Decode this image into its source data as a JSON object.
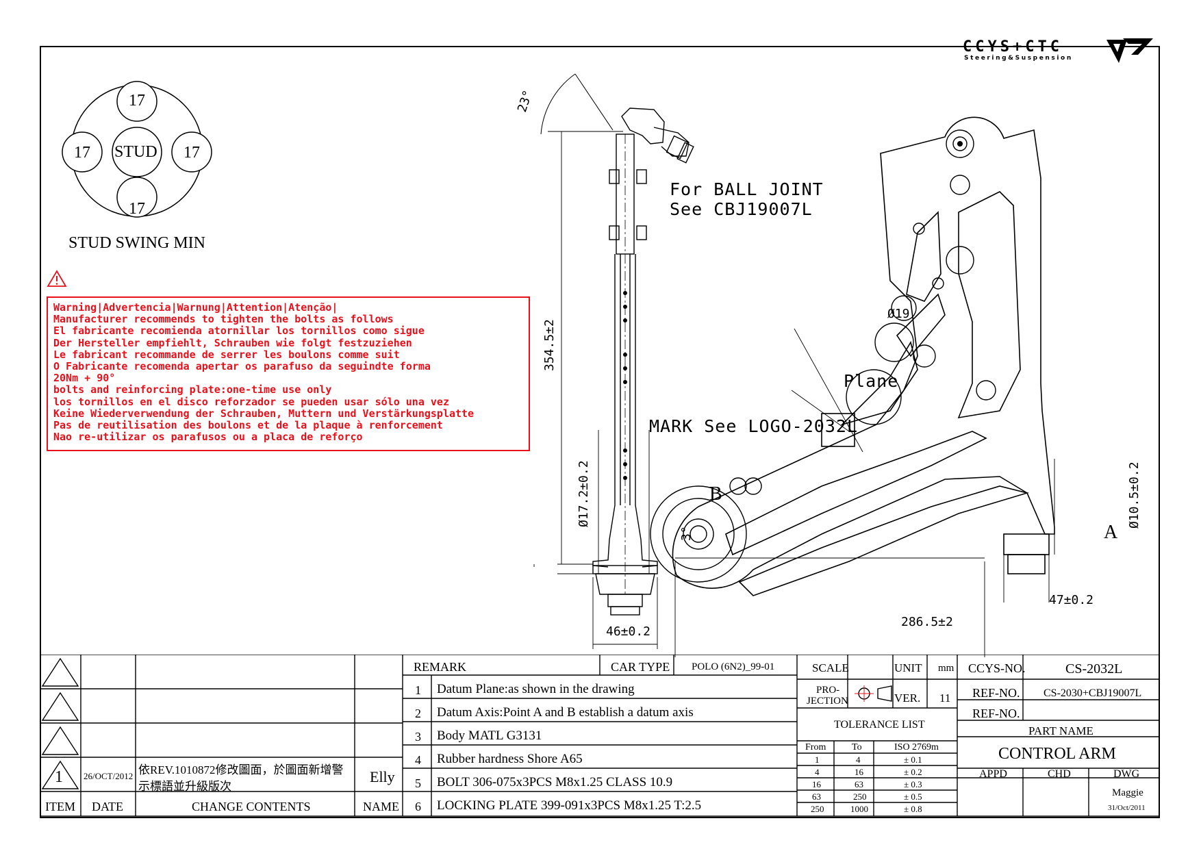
{
  "brand": {
    "logo_text": "CCYS+CTC",
    "tagline": "Steering&Suspension"
  },
  "stud_swing": {
    "top": "17",
    "left": "17",
    "right": "17",
    "bottom": "17",
    "center": "STUD",
    "caption": "STUD SWING MIN"
  },
  "warning": {
    "lines": [
      "Warning|Advertencia|Warnung|Attention|Atenção|",
      "Manufacturer recommends to tighten the bolts as follows",
      "El fabricante recomienda atornillar los tornillos como sigue",
      "Der Hersteller empfiehlt, Schrauben wie folgt festzuziehen",
      "Le fabricant recommande de serrer les boulons comme suit",
      "O Fabricante recomenda apertar os parafuso da seguindte forma",
      "20Nm + 90°",
      "bolts and reinforcing plate:one-time use only",
      "los tornillos en el disco reforzador se pueden usar sólo una vez",
      "Keine Wiederverwendung der Schrauben, Muttern und Verstärkungsplatte",
      "Pas de reutilisation des boulons et de la plaque à renforcement",
      "Nao re-utilizar os parafusos ou a placa de reforço"
    ]
  },
  "dimensions": {
    "angle_top": "23°",
    "angle_b": "3°",
    "length": "354.5±2",
    "diameter_bush": "Ø17.2±0.2",
    "width_bush": "46±0.2",
    "diameter_hole": "Ø19",
    "diameter_a": "Ø10.5±0.2",
    "width_a": "47±0.2",
    "span": "286.5±2"
  },
  "annotations": {
    "ball_joint_1": "For BALL JOINT",
    "ball_joint_2": "See CBJ19007L",
    "plane": "Plane",
    "mark": "MARK See LOGO-2032L",
    "point_a": "A",
    "point_b": "B"
  },
  "revision": {
    "item": "1",
    "date": "26/OCT/2012",
    "contents_1": "依REV.1010872修改圖面，於圖面新增警",
    "contents_2": "示標語並升級版次",
    "name": "Elly",
    "headers": {
      "item": "ITEM",
      "date": "DATE",
      "contents": "CHANGE CONTENTS",
      "name": "NAME"
    }
  },
  "remarks": {
    "header": "REMARK",
    "car_type_label": "CAR TYPE",
    "car_type": "POLO (6N2)_99-01",
    "items": [
      {
        "no": "1",
        "text": "Datum Plane:as shown in the drawing"
      },
      {
        "no": "2",
        "text": "Datum Axis:Point A and B establish a datum axis"
      },
      {
        "no": "3",
        "text": "Body MATL G3131"
      },
      {
        "no": "4",
        "text": "Rubber hardness Shore A65"
      },
      {
        "no": "5",
        "text": "BOLT 306-075x3PCS M8x1.25 CLASS 10.9"
      },
      {
        "no": "6",
        "text": "LOCKING PLATE 399-091x3PCS M8x1.25 T:2.5"
      }
    ]
  },
  "title_block": {
    "scale_label": "SCALE",
    "unit_label": "UNIT",
    "unit": "mm",
    "projection_1": "PRO-",
    "projection_2": "JECTION",
    "ver_label": "VER.",
    "ver": "11",
    "tolerance_title": "TOLERANCE LIST",
    "tol_headers": {
      "from": "From",
      "to": "To",
      "iso": "ISO 2769m"
    },
    "tolerances": [
      {
        "from": "1",
        "to": "4",
        "tol": "± 0.1"
      },
      {
        "from": "4",
        "to": "16",
        "tol": "± 0.2"
      },
      {
        "from": "16",
        "to": "63",
        "tol": "± 0.3"
      },
      {
        "from": "63",
        "to": "250",
        "tol": "± 0.5"
      },
      {
        "from": "250",
        "to": "1000",
        "tol": "± 0.8"
      }
    ],
    "ccys_no_label": "CCYS-NO.",
    "ccys_no": "CS-2032L",
    "ref_no_label": "REF-NO.",
    "ref_no": "CS-2030+CBJ19007L",
    "ref_no_label_2": "REF-NO.",
    "part_name_label": "PART NAME",
    "part_name": "CONTROL ARM",
    "appd": "APPD",
    "chd": "CHD",
    "dwg": "DWG",
    "drawer": "Maggie",
    "drawn_date": "31/Oct/2011"
  }
}
